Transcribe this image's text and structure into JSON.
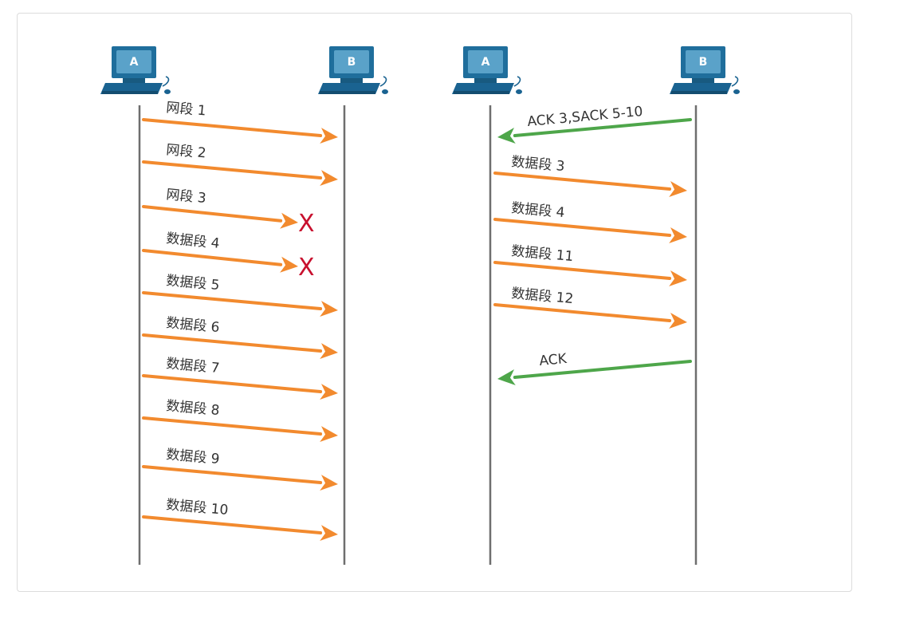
{
  "colors": {
    "segment_arrow": "#f28a2e",
    "ack_arrow": "#4ea64a",
    "lost_mark": "#c8102e",
    "timeline": "#6e6e6e",
    "computer_body": "#1f6e9c",
    "computer_screen": "#5aa2c9"
  },
  "left_panel": {
    "host_a": "A",
    "host_b": "B",
    "lost_marker": "X",
    "segments": [
      {
        "label": "网段 1",
        "lost": false
      },
      {
        "label": "网段 2",
        "lost": false
      },
      {
        "label": "网段 3",
        "lost": true
      },
      {
        "label": "数据段 4",
        "lost": true
      },
      {
        "label": "数据段 5",
        "lost": false
      },
      {
        "label": "数据段 6",
        "lost": false
      },
      {
        "label": "数据段 7",
        "lost": false
      },
      {
        "label": "数据段 8",
        "lost": false
      },
      {
        "label": "数据段 9",
        "lost": false
      },
      {
        "label": "数据段 10",
        "lost": false
      }
    ]
  },
  "right_panel": {
    "host_a": "A",
    "host_b": "B",
    "messages": [
      {
        "label": "ACK 3,SACK 5-10",
        "direction": "B-to-A",
        "kind": "ack"
      },
      {
        "label": "数据段 3",
        "direction": "A-to-B",
        "kind": "segment"
      },
      {
        "label": "数据段 4",
        "direction": "A-to-B",
        "kind": "segment"
      },
      {
        "label": "数据段 11",
        "direction": "A-to-B",
        "kind": "segment"
      },
      {
        "label": "数据段 12",
        "direction": "A-to-B",
        "kind": "segment"
      },
      {
        "label": "ACK",
        "direction": "B-to-A",
        "kind": "ack"
      }
    ]
  }
}
